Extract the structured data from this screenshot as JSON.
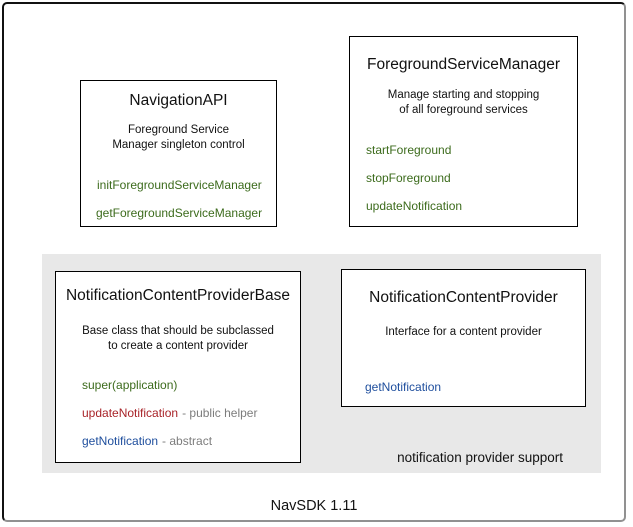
{
  "diagram": {
    "caption": "NavSDK 1.11",
    "group_label": "notification provider support",
    "colors": {
      "method_green": "#3c6b1c",
      "method_red": "#a82328",
      "method_blue": "#1e4e9d",
      "annotation_gray": "#7d7d7d",
      "panel_background": "#e8e8e8",
      "box_border": "#000000"
    },
    "boxes": [
      {
        "title": "NavigationAPI",
        "description": "Foreground Service\nManager singleton control",
        "methods": [
          {
            "name": "initForegroundServiceManager",
            "color": "#3c6b1c",
            "suffix": ""
          },
          {
            "name": "getForegroundServiceManager",
            "color": "#3c6b1c",
            "suffix": ""
          }
        ]
      },
      {
        "title": "ForegroundServiceManager",
        "description": "Manage starting and stopping\nof all foreground services",
        "methods": [
          {
            "name": "startForeground",
            "color": "#3c6b1c",
            "suffix": ""
          },
          {
            "name": "stopForeground",
            "color": "#3c6b1c",
            "suffix": ""
          },
          {
            "name": "updateNotification",
            "color": "#3c6b1c",
            "suffix": ""
          }
        ]
      },
      {
        "title": "NotificationContentProviderBase",
        "description": "Base class that should be subclassed\nto create a content provider",
        "methods": [
          {
            "name": "super(application)",
            "color": "#3c6b1c",
            "suffix": ""
          },
          {
            "name": "updateNotification",
            "color": "#a82328",
            "suffix": "- public helper"
          },
          {
            "name": "getNotification",
            "color": "#1e4e9d",
            "suffix": "- abstract"
          }
        ]
      },
      {
        "title": "NotificationContentProvider",
        "description": "Interface for a content provider",
        "methods": [
          {
            "name": "getNotification",
            "color": "#1e4e9d",
            "suffix": ""
          }
        ]
      }
    ]
  }
}
